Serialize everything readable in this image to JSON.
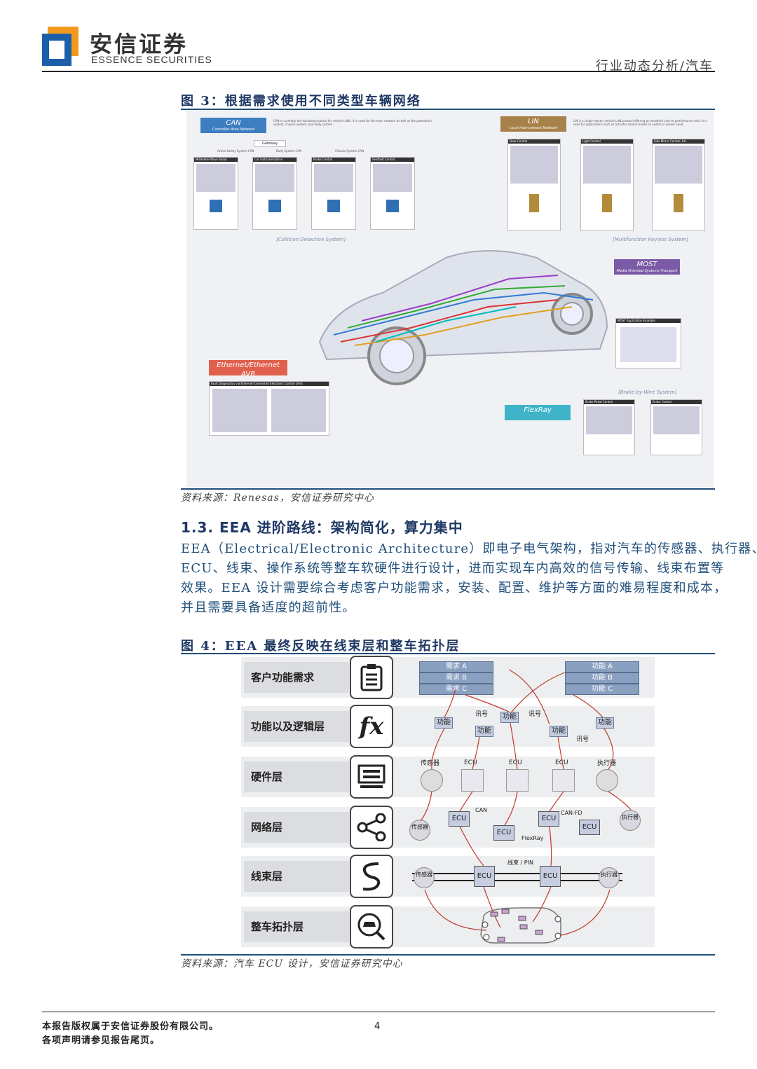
{
  "header": {
    "logo_cn": "安信证券",
    "logo_en": "ESSENCE SECURITIES",
    "category": "行业动态分析/汽车"
  },
  "figure3": {
    "title": "图 3：根据需求使用不同类型车辆网络",
    "source": "资料来源：Renesas，安信证券研究中心",
    "can": {
      "name": "CAN",
      "sub": "Controller Area Network",
      "desc": "CAN is currently the standard protocol for vehicle LANs. It is used for the main network as well as the powertrain system, chassis system, and body system."
    },
    "lin": {
      "name": "LIN",
      "sub": "Local Interconnect Network",
      "desc": "LIN is a single-master vehicle LAN protocol offering an excellent cost-to-performance ratio. It is used for applications such as actuator control based on switch or sensor input."
    },
    "gateway": "Gateway",
    "can_buses": [
      "Active Safety System CAN",
      "Body System CAN",
      "Chassis System CAN"
    ],
    "can_panels": [
      "Millimeter-Wave Radar",
      "Car Instrumentation",
      "Brake Control",
      "Seatbelt Control"
    ],
    "lin_panels": [
      "Door Control",
      "Light Control",
      "Side Mirror Control, Etc."
    ],
    "collision_system": "[Collision Detection System]",
    "multifunction_system": "[Multifunction Keyless System]",
    "most": {
      "name": "MOST",
      "sub": "Media Oriented Systems Transport",
      "app": "MOST Application Example"
    },
    "ethernet": {
      "name": "Ethernet/Ethernet AVB",
      "panel": "Fault Diagnostics via Ethernet-Connected Electronic Control Units"
    },
    "flexray": {
      "name": "FlexRay",
      "panels": [
        "Brake Pedal Control",
        "Brake Control"
      ]
    },
    "brake_system": "[Brake-by-Wire System]"
  },
  "section": {
    "title": "1.3. EEA 进阶路线：架构简化，算力集中",
    "lines": [
      "EEA（Electrical/Electronic Architecture）即电子电气架构，指对汽车的传感器、执行器、",
      "ECU、线束、操作系统等整车软硬件进行设计，进而实现车内高效的信号传输、线束布置等",
      "效果。EEA 设计需要综合考虑客户功能需求，安装、配置、维护等方面的难易程度和成本，",
      "并且需要具备适度的超前性。"
    ]
  },
  "figure4": {
    "title": "图 4：EEA 最终反映在线束层和整车拓扑层",
    "source": "资料来源：汽车 ECU 设计，安信证券研究中心",
    "rows": [
      "客户功能需求",
      "功能以及逻辑层",
      "硬件层",
      "网络层",
      "线束层",
      "整车拓扑层"
    ],
    "icons": [
      "clipboard-icon",
      "function-fx-icon",
      "hardware-icon",
      "share-network-icon",
      "wire-s-icon",
      "car-search-icon"
    ],
    "requirements": [
      "需求 A",
      "需求 B",
      "需求 C"
    ],
    "functions_req": [
      "功能 A",
      "功能 B",
      "功能 C"
    ],
    "logic": {
      "func": "功能",
      "signal": "讯号"
    },
    "hardware": {
      "sensor": "传感器",
      "ecu": "ECU",
      "actuator": "执行器"
    },
    "network": {
      "sensor": "传感器",
      "actuator": "执行器",
      "ecu": "ECU",
      "can": "CAN",
      "canfd": "CAN-FD",
      "flexray": "FlexRay"
    },
    "harness": {
      "sensor": "传感器",
      "actuator": "执行器",
      "ecu": "ECU",
      "wire": "线束 / PIN"
    },
    "fx": "fx"
  },
  "footer": {
    "line1": "本报告版权属于安信证券股份有限公司。",
    "line2": "各项声明请参见报告尾页。",
    "page": "4"
  },
  "colors": {
    "brand_blue": "#1f3864",
    "logo_orange": "#f39a1e",
    "logo_blue": "#1a5fa8",
    "arrow": "#c0392b"
  }
}
